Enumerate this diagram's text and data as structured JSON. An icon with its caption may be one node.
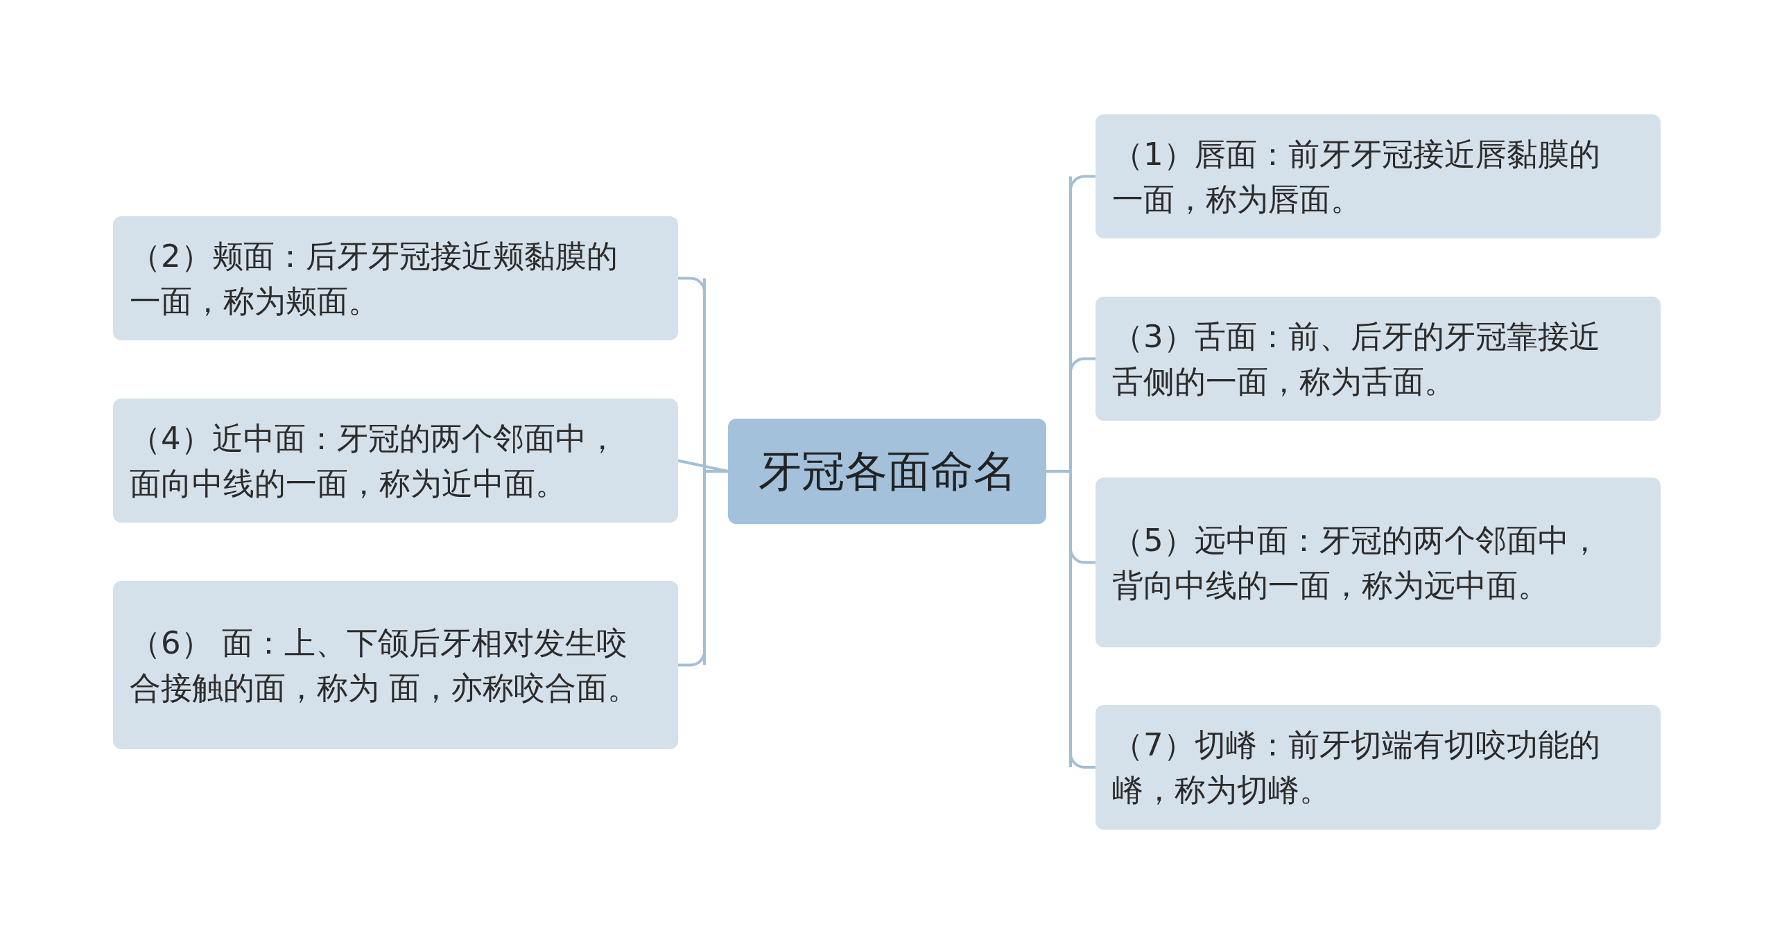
{
  "diagram": {
    "nodes": [
      {
        "text": [
          "牙冠各面命名"
        ]
      },
      {
        "text": [
          "（1）唇面：前牙牙冠接近唇黏膜的一面，称为唇面。"
        ]
      },
      {
        "text": [
          "（2）颊面：后牙牙冠接近颊黏膜的一面，称为颊面。"
        ]
      },
      {
        "text": [
          "（3）舌面：前、后牙的牙冠靠接近舌侧的一面，称为舌面。"
        ]
      },
      {
        "text": [
          "（4）近中面：牙冠的两个邻面中，面向中线的一面，称为近中面。"
        ]
      },
      {
        "text": [
          "（5）远中面：牙冠的两个邻面中，背向中线的一面，称为远中面。"
        ]
      },
      {
        "text": [
          "（6） 面：上、下颌后牙相对发生咬合接触的面，称为 面，亦称咬合面。"
        ]
      },
      {
        "text": [
          "（7）切嵴：前牙切端有切咬功能的嵴，称为切嵴。"
        ]
      }
    ],
    "edges": [
      {
        "from": 0,
        "to": 1,
        "arrow": "none"
      },
      {
        "from": 0,
        "to": 2,
        "arrow": "none"
      },
      {
        "from": 0,
        "to": 3,
        "arrow": "none"
      },
      {
        "from": 0,
        "to": 4,
        "arrow": "none"
      },
      {
        "from": 0,
        "to": 5,
        "arrow": "none"
      },
      {
        "from": 0,
        "to": 6,
        "arrow": "none"
      },
      {
        "from": 0,
        "to": 7,
        "arrow": "none"
      }
    ]
  }
}
